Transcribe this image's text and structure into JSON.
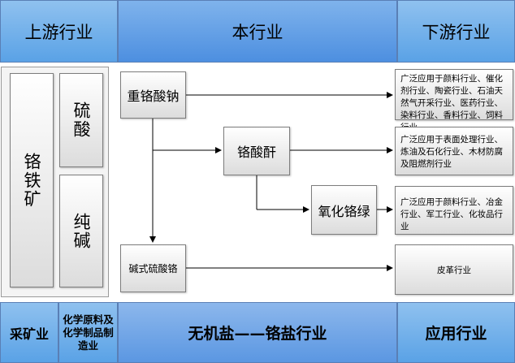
{
  "header": {
    "upstream": "上游行业",
    "industry": "本行业",
    "downstream": "下游行业"
  },
  "upstream": {
    "ore": "铬铁矿",
    "acid": "硫酸",
    "soda": "纯碱"
  },
  "products": {
    "sodium_dichromate": "重铬酸钠",
    "chromic_anhydride": "铬酸酐",
    "chrome_oxide_green": "氧化铬绿",
    "basic_chromium_sulfate": "碱式硫酸铬"
  },
  "downstream": {
    "d1": "广泛应用于颜料行业、催化剂行业、陶瓷行业、石油天然气开采行业、医药行业、染料行业、香料行业、饲料行业",
    "d2": "广泛应用于表面处理行业、炼油及石化行业、木材防腐及阻燃剂行业",
    "d3": "广泛应用于颜料行业、冶金行业、军工行业、化妆品行业",
    "d4": "皮革行业"
  },
  "footer": {
    "mining": "采矿业",
    "chemical": "化学原料及化学制品制造业",
    "inorganic": "无机盐——铬盐行业",
    "application": "应用行业"
  }
}
